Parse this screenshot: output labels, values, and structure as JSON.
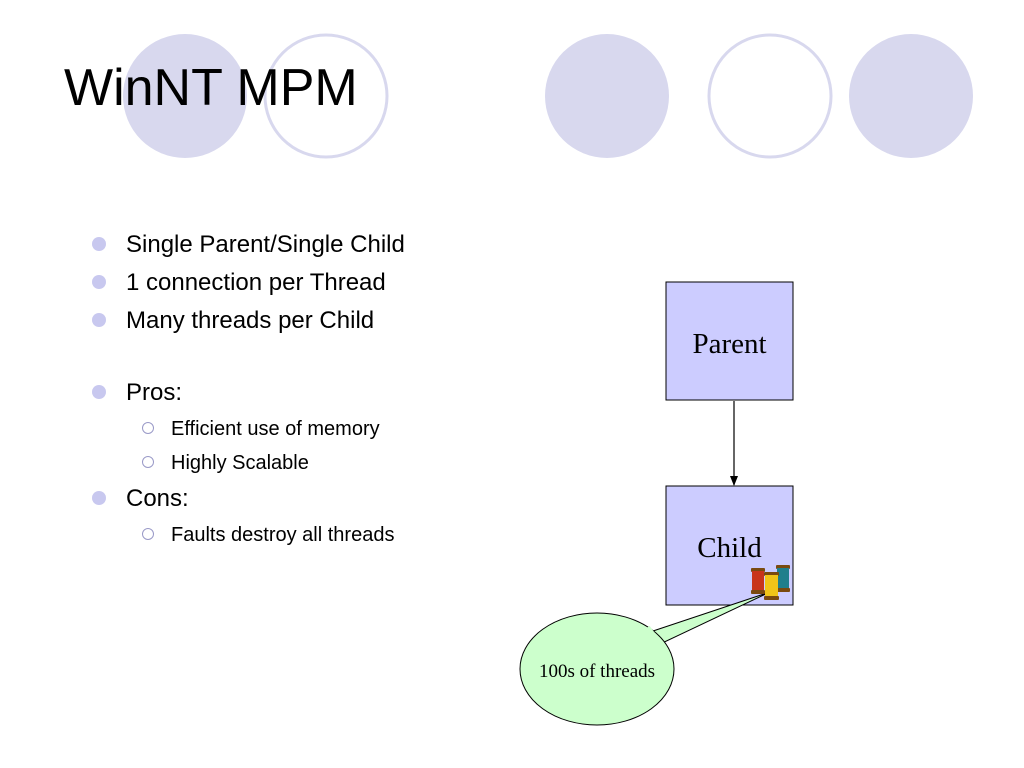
{
  "slide": {
    "title": "WinNT MPM",
    "bullets": [
      {
        "text": "Single Parent/Single Child",
        "level": 1
      },
      {
        "text": "1 connection per Thread",
        "level": 1
      },
      {
        "text": "Many threads per Child",
        "level": 1
      },
      {
        "text": "",
        "level": 0
      },
      {
        "text": "Pros:",
        "level": 1
      },
      {
        "text": "Efficient use of memory",
        "level": 2
      },
      {
        "text": "Highly Scalable",
        "level": 2
      },
      {
        "text": "Cons:",
        "level": 1
      },
      {
        "text": "Faults destroy all threads",
        "level": 2
      }
    ]
  },
  "diagram": {
    "parent_label": "Parent",
    "child_label": "Child",
    "callout_label": "100s of threads",
    "box_fill": "#ccccff",
    "callout_fill": "#ccffcc",
    "thread_icon": "spools-of-thread-icon"
  },
  "colors": {
    "circle_fill": "#d8d8ee",
    "circle_stroke": "#d8d8ee",
    "bullet": "#c8c8ef"
  }
}
